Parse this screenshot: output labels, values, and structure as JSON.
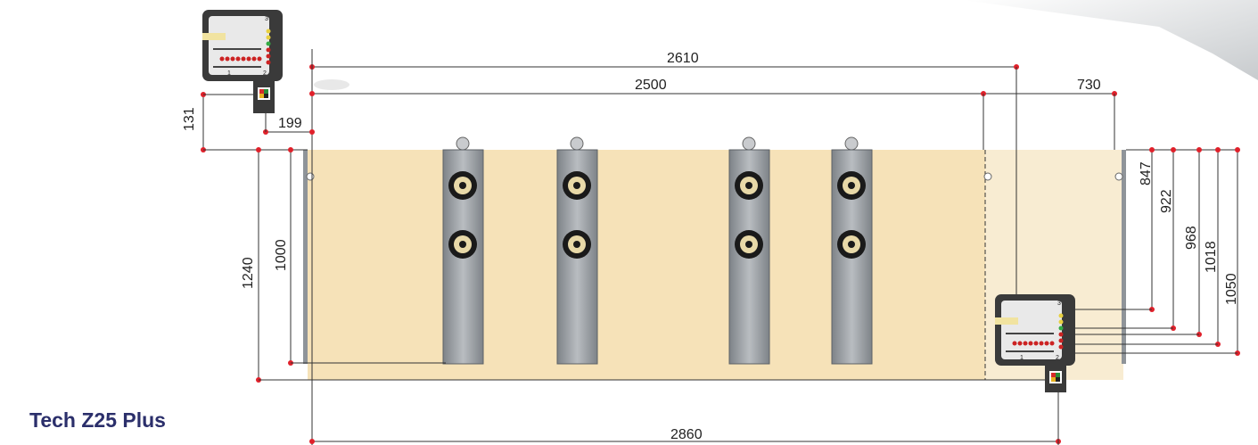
{
  "title": "Tech Z25 Plus",
  "colors": {
    "panel": "#f6e2b8",
    "panel_right": "#f8ecd2",
    "rail": "#9ea3a8",
    "rail_edge": "#5c6166",
    "dim_line": "#333333",
    "dim_dot": "#e0202a",
    "title": "#2b2f6b",
    "console": "#3a3a3a"
  },
  "dimensions": {
    "overall_length": "2610",
    "work_length": "2500",
    "right_zone": "730",
    "console_offset_x": "199",
    "console_offset_y": "131",
    "depth_total": "1240",
    "depth_work": "1000",
    "bottom_length": "2860",
    "r847": "847",
    "r922": "922",
    "r968": "968",
    "r1018": "1018",
    "r1050": "1050"
  },
  "console_labels": {
    "num_1": "1",
    "num_2": "2",
    "num_3": "3"
  },
  "suction_rails": [
    {
      "label": ""
    },
    {
      "label": ""
    },
    {
      "label": ""
    },
    {
      "label": ""
    }
  ]
}
